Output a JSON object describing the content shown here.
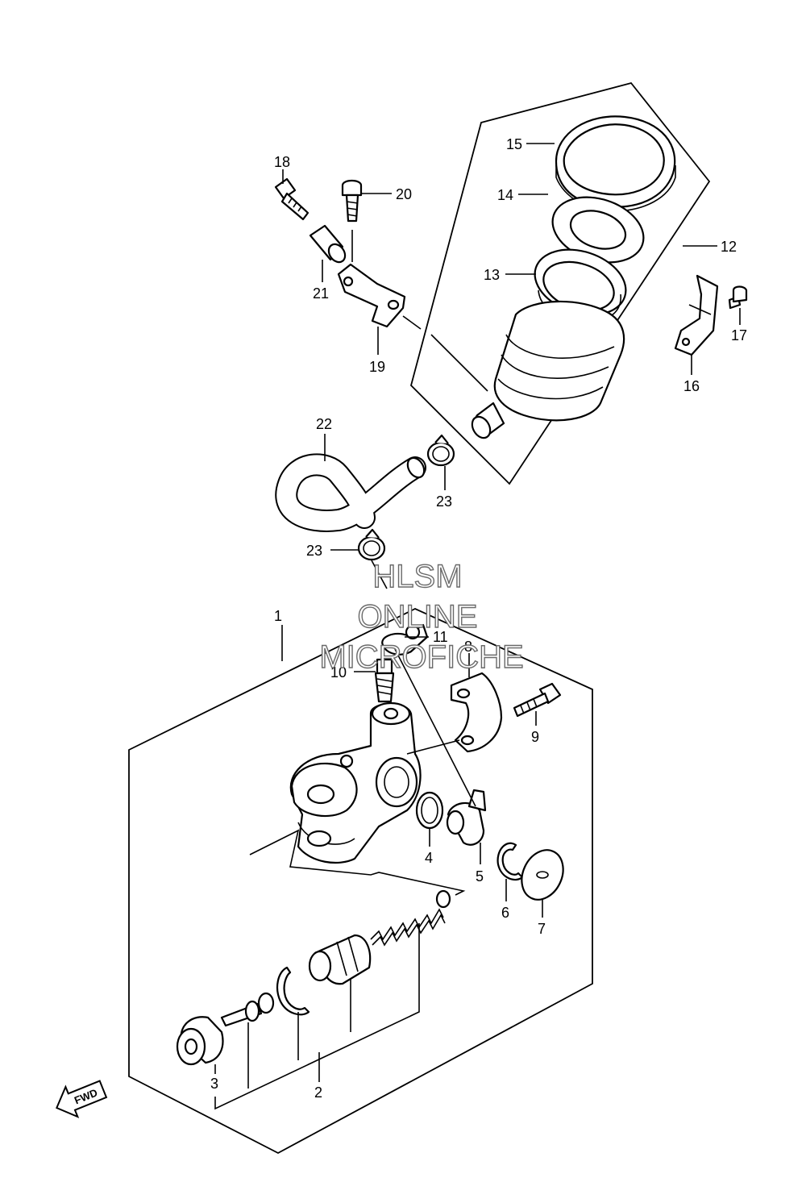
{
  "diagram": {
    "labels": {
      "p1": "1",
      "p2": "2",
      "p3": "3",
      "p4": "4",
      "p5": "5",
      "p6": "6",
      "p7": "7",
      "p8": "8",
      "p9": "9",
      "p10": "10",
      "p11": "11",
      "p12": "12",
      "p13": "13",
      "p14": "14",
      "p15": "15",
      "p16": "16",
      "p17": "17",
      "p18": "18",
      "p19": "19",
      "p20": "20",
      "p21": "21",
      "p22": "22",
      "p23a": "23",
      "p23b": "23"
    },
    "watermark": {
      "line1": "HLSM",
      "line2": "ONLINE",
      "line3": "MICROFICHE"
    },
    "direction_badge": "FWD"
  }
}
